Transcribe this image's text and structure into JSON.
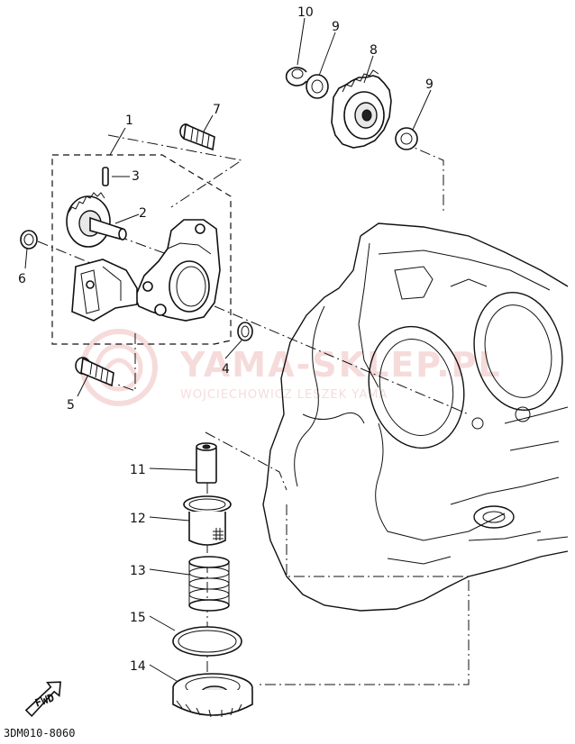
{
  "diagram": {
    "code": "3DM010-8060",
    "fwd_label": "FWD",
    "watermark": {
      "brand": "YAMA-SKLEP.PL",
      "subtitle": "WOJCIECHOWICZ LESZEK YAMA"
    },
    "callouts": [
      {
        "id": "1",
        "label": "1"
      },
      {
        "id": "2",
        "label": "2"
      },
      {
        "id": "3",
        "label": "3"
      },
      {
        "id": "4",
        "label": "4"
      },
      {
        "id": "5",
        "label": "5"
      },
      {
        "id": "6",
        "label": "6"
      },
      {
        "id": "7",
        "label": "7"
      },
      {
        "id": "8",
        "label": "8"
      },
      {
        "id": "9a",
        "label": "9"
      },
      {
        "id": "9b",
        "label": "9"
      },
      {
        "id": "10",
        "label": "10"
      },
      {
        "id": "11",
        "label": "11"
      },
      {
        "id": "12",
        "label": "12"
      },
      {
        "id": "13",
        "label": "13"
      },
      {
        "id": "14",
        "label": "14"
      },
      {
        "id": "15",
        "label": "15"
      }
    ],
    "colors": {
      "ink": "#111111",
      "watermark": "#e89a9a"
    }
  }
}
